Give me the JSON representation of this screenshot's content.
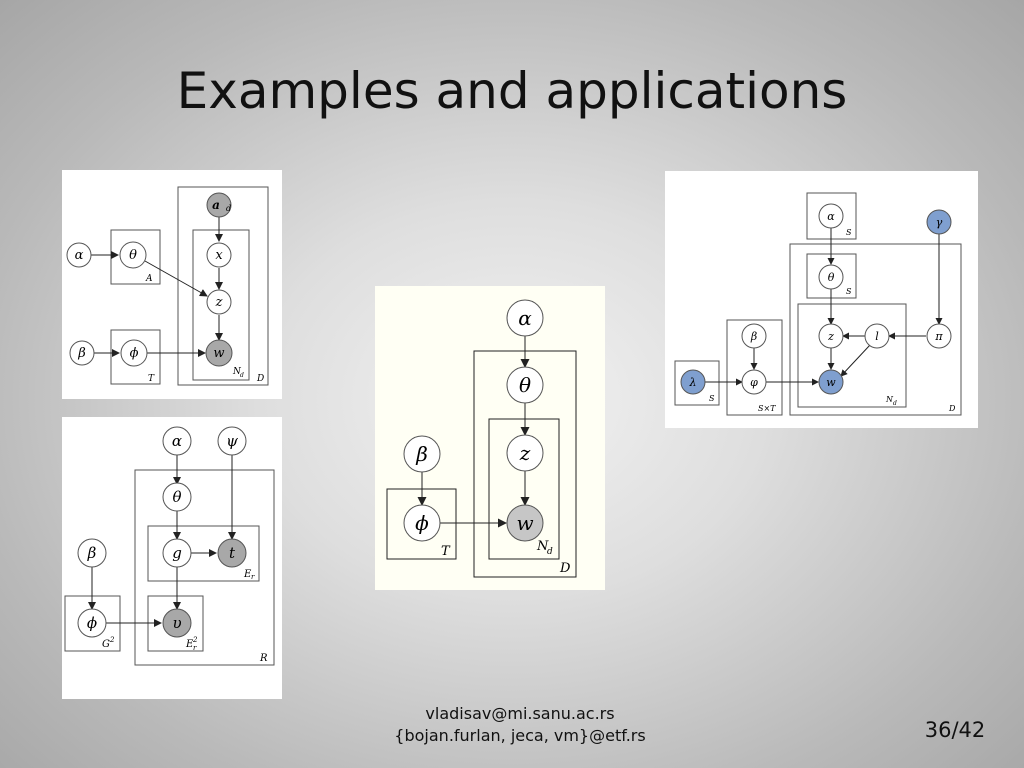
{
  "slide": {
    "title": "Examples and applications",
    "footer_line1": "vladisav@mi.sanu.ac.rs",
    "footer_line2": "{bojan.furlan, jeca, vm}@etf.rs",
    "page": "36/42"
  },
  "diagrams": {
    "author_topic": {
      "nodes": {
        "a": "a",
        "a_sub": "d",
        "x": "x",
        "alpha": "α",
        "theta": "θ",
        "z": "z",
        "beta": "β",
        "phi": "ϕ",
        "w": "w"
      },
      "plates": {
        "A": "A",
        "T": "T",
        "Nd": "N",
        "Nd_sub": "d",
        "D": "D"
      }
    },
    "relational": {
      "nodes": {
        "alpha": "α",
        "psi": "ψ",
        "theta": "θ",
        "beta": "β",
        "g": "g",
        "t": "t",
        "phi": "ϕ",
        "v": "υ"
      },
      "plates": {
        "Er": "E",
        "Er_sub": "r",
        "G2": "G",
        "G2_sup": "2",
        "Er2": "E",
        "Er2_sup": "2",
        "Er2_sub": "r",
        "R": "R"
      }
    },
    "lda": {
      "nodes": {
        "alpha": "α",
        "theta": "θ",
        "beta": "β",
        "z": "z",
        "phi": "ϕ",
        "w": "w"
      },
      "plates": {
        "T": "T",
        "Nd": "N",
        "Nd_sub": "d",
        "D": "D"
      }
    },
    "sentiment": {
      "nodes": {
        "alpha": "α",
        "gamma": "γ",
        "theta": "θ",
        "beta": "β",
        "z": "z",
        "l": "l",
        "pi": "π",
        "lambda": "λ",
        "varphi": "φ",
        "w": "w"
      },
      "plates": {
        "S1": "S",
        "S2": "S",
        "S3": "S",
        "SxT": "S×T",
        "Nd": "N",
        "Nd_sub": "d",
        "D": "D"
      }
    }
  }
}
